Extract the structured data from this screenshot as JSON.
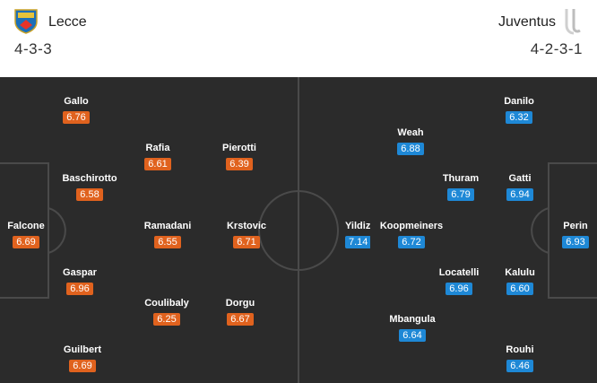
{
  "header": {
    "home": {
      "name": "Lecce",
      "formation": "4-3-3",
      "crest_icon": "lecce-crest-icon"
    },
    "away": {
      "name": "Juventus",
      "formation": "4-2-3-1",
      "crest_icon": "juventus-crest-icon"
    }
  },
  "colors": {
    "pitch": "#2b2b2b",
    "home_rating": "#e0621e",
    "away_rating": "#1e88d6"
  },
  "home_players": [
    {
      "name": "Gallo",
      "rating": "6.76"
    },
    {
      "name": "Rafia",
      "rating": "6.61"
    },
    {
      "name": "Pierotti",
      "rating": "6.39"
    },
    {
      "name": "Baschirotto",
      "rating": "6.58"
    },
    {
      "name": "Falcone",
      "rating": "6.69"
    },
    {
      "name": "Ramadani",
      "rating": "6.55"
    },
    {
      "name": "Krstovic",
      "rating": "6.71"
    },
    {
      "name": "Gaspar",
      "rating": "6.96"
    },
    {
      "name": "Coulibaly",
      "rating": "6.25"
    },
    {
      "name": "Dorgu",
      "rating": "6.67"
    },
    {
      "name": "Guilbert",
      "rating": "6.69"
    }
  ],
  "away_players": [
    {
      "name": "Danilo",
      "rating": "6.32"
    },
    {
      "name": "Weah",
      "rating": "6.88"
    },
    {
      "name": "Thuram",
      "rating": "6.79"
    },
    {
      "name": "Gatti",
      "rating": "6.94"
    },
    {
      "name": "Yildiz",
      "rating": "7.14"
    },
    {
      "name": "Koopmeiners",
      "rating": "6.72"
    },
    {
      "name": "Perin",
      "rating": "6.93"
    },
    {
      "name": "Locatelli",
      "rating": "6.96"
    },
    {
      "name": "Kalulu",
      "rating": "6.60"
    },
    {
      "name": "Mbangula",
      "rating": "6.64"
    },
    {
      "name": "Rouhi",
      "rating": "6.46"
    }
  ]
}
